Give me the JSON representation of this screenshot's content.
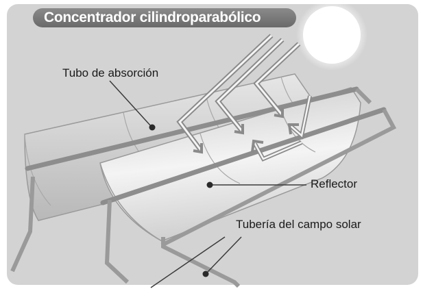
{
  "title": "Concentrador cilindroparabólico",
  "labels": {
    "absorber_tube": "Tubo de absorción",
    "reflector": "Reflector",
    "solar_field_pipe": "Tubería del campo solar"
  },
  "colors": {
    "background": "#d3d3d3",
    "mirror_light": "#f2f2f2",
    "mirror_shadow": "#bdbdbd",
    "frame": "#9a9a9a",
    "sun": "#ffffff",
    "leader_line": "#3a3a3a"
  },
  "icons": [
    "sun-icon",
    "sunlight-ray-arrow-icon"
  ]
}
